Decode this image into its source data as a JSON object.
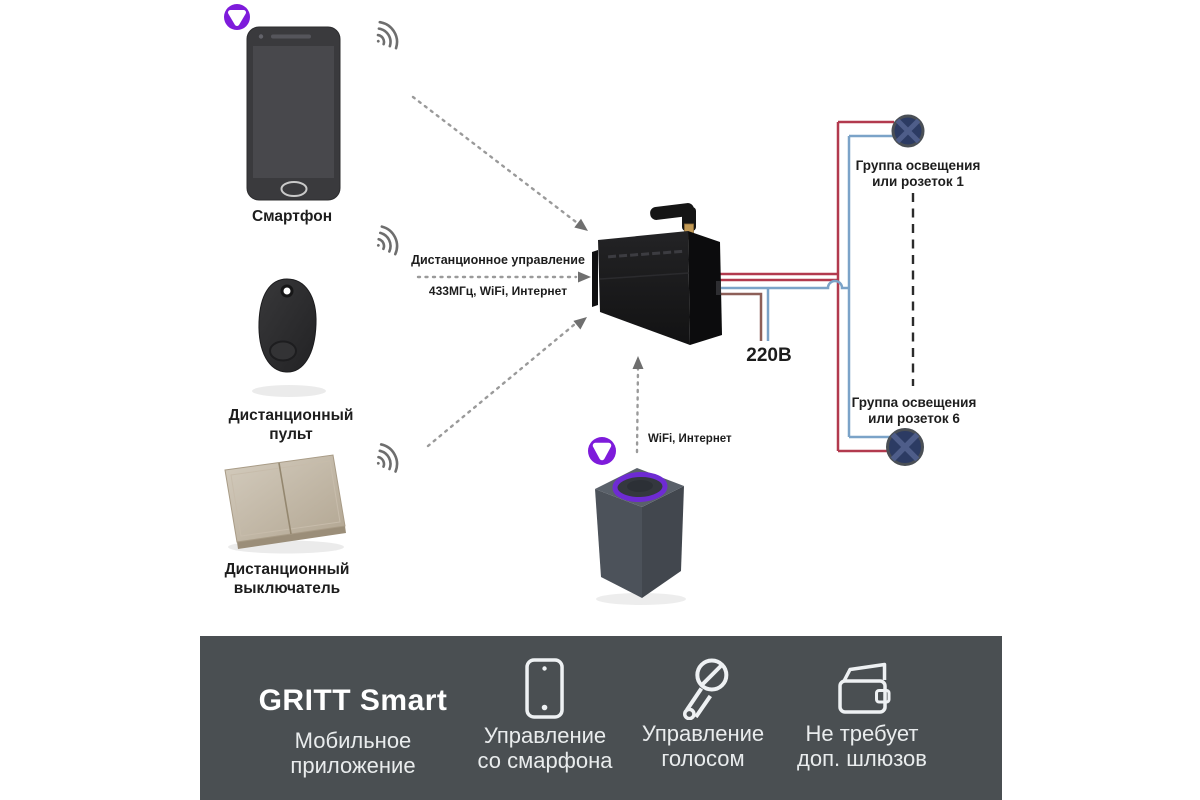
{
  "diagram": {
    "smartphone": {
      "label": "Смартфон",
      "icon": "alice-assistant-icon"
    },
    "remote": {
      "label_line1": "Дистанционный",
      "label_line2": "пульт"
    },
    "wall_switch": {
      "label_line1": "Дистанционный",
      "label_line2": "выключатель"
    },
    "hub_link": {
      "caption": "Дистанционное управление",
      "subcaption": "433МГц, WiFi, Интернет"
    },
    "speaker": {
      "caption": "WiFi, Интернет",
      "icon": "alice-assistant-icon"
    },
    "power": {
      "label": "220В"
    },
    "group1": {
      "line1": "Группа освещения",
      "line2": "или розеток 1",
      "icon": "lamp-symbol"
    },
    "group6": {
      "line1": "Группа освещения",
      "line2": "или розеток 6",
      "icon": "lamp-symbol"
    },
    "signal_icon": "wifi-waves-icon"
  },
  "footer": {
    "brand_title": "GRITT Smart",
    "brand_line1": "Мобильное",
    "brand_line2": "приложение",
    "features": [
      {
        "icon": "smartphone-icon",
        "line1": "Управление",
        "line2": "со смарфона"
      },
      {
        "icon": "microphone-icon",
        "line1": "Управление",
        "line2": "голосом"
      },
      {
        "icon": "wallet-icon",
        "line1": "Не требует",
        "line2": "доп. шлюзов"
      }
    ]
  },
  "colors": {
    "accent_purple": "#7e1bdb",
    "wire_red": "#b23a4e",
    "wire_blue": "#7ba3c8",
    "wire_brown": "#8d5f58",
    "lamp_navy": "#2c3b63",
    "footer_bg": "#4a4f52",
    "arrow_gray": "#9a9a9a"
  }
}
